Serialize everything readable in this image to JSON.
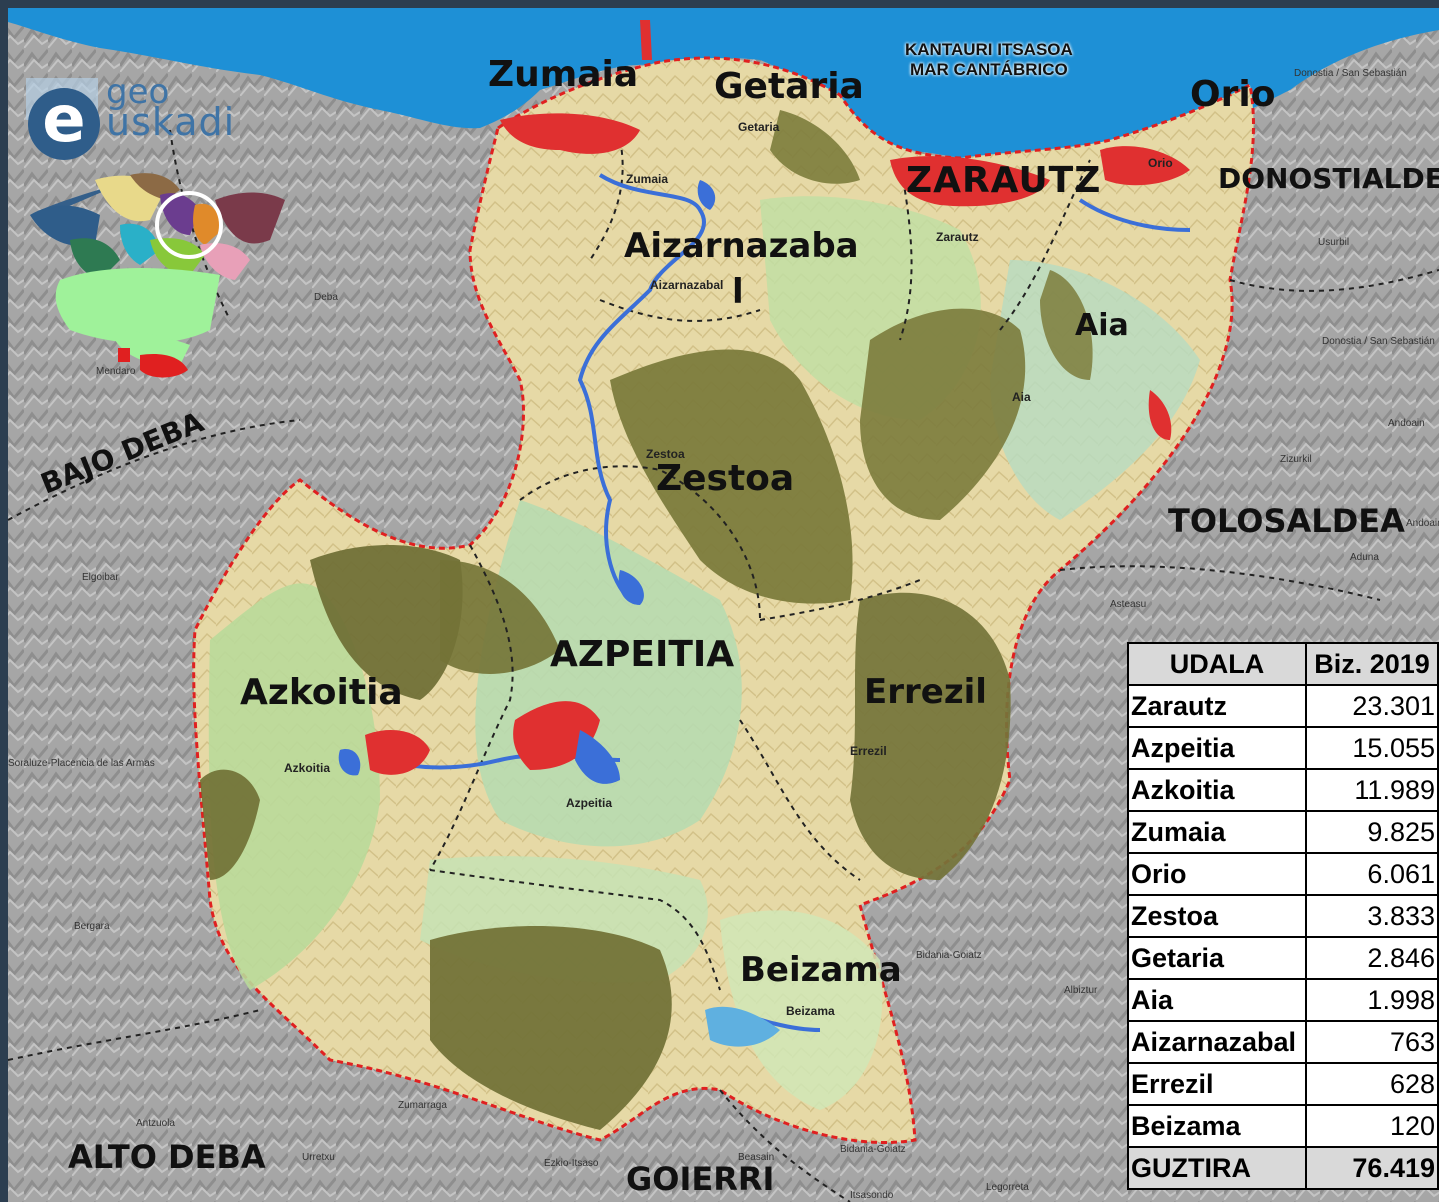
{
  "logo": {
    "line1": "geo",
    "line2": "uskadi",
    "mark": "e"
  },
  "sea": {
    "line1": "KANTAURI ITSASOA",
    "line2": "MAR CANTÁBRICO"
  },
  "municipalities": {
    "zumaia": "Zumaia",
    "getaria": "Getaria",
    "zarautz": "ZARAUTZ",
    "orio": "Orio",
    "aizarnazabal_line1": "Aizarnazaba",
    "aizarnazabal_line2": "l",
    "aia": "Aia",
    "zestoa": "Zestoa",
    "azpeitia": "AZPEITIA",
    "azkoitia": "Azkoitia",
    "errezil": "Errezil",
    "beizama": "Beizama"
  },
  "regions": {
    "donostialdea": "DONOSTIALDEA",
    "tolosaldea": "TOLOSALDEA",
    "bajo_deba": "BAJO DEBA",
    "alto_deba": "ALTO DEBA",
    "goierri": "GOIERRI"
  },
  "small_labels": {
    "getaria": "Getaria",
    "zumaia": "Zumaia",
    "orio": "Orio",
    "zarautz": "Zarautz",
    "aizarnazabal": "Aizarnazabal",
    "aia": "Aia",
    "zestoa": "Zestoa",
    "errezil": "Errezil",
    "azkoitia": "Azkoitia",
    "azpeitia": "Azpeitia",
    "beizama": "Beizama"
  },
  "tiny_labels": {
    "donostia1": "Donostia / San Sebastián",
    "donostia2": "Donostia / San Sebastián",
    "usurbil": "Usurbil",
    "andoain": "Andoain",
    "andoain2": "Andoain",
    "zizurkil": "Zizurkil",
    "aduna": "Aduna",
    "asteasu": "Asteasu",
    "deba": "Deba",
    "mendaro": "Mendaro",
    "elgoibar": "Elgoibar",
    "placencia": "Soraluze-Placencia de las Armas",
    "bergara": "Bergara",
    "antzuola": "Antzuola",
    "zumarraga": "Zumarraga",
    "urretxu": "Urretxu",
    "ezkio": "Ezkio-Itsaso",
    "beasain": "Beasain",
    "itsasondo": "Itsasondo",
    "legorreta": "Legorreta",
    "bidania1": "Bidania-Goiatz",
    "bidania2": "Bidania-Goiatz",
    "albiztur": "Albiztur"
  },
  "table": {
    "headers": [
      "UDALA",
      "Biz. 2019"
    ],
    "rows": [
      [
        "Zarautz",
        "23.301"
      ],
      [
        "Azpeitia",
        "15.055"
      ],
      [
        "Azkoitia",
        "11.989"
      ],
      [
        "Zumaia",
        "9.825"
      ],
      [
        "Orio",
        "6.061"
      ],
      [
        "Zestoa",
        "3.833"
      ],
      [
        "Getaria",
        "2.846"
      ],
      [
        "Aia",
        "1.998"
      ],
      [
        "Aizarnazabal",
        "763"
      ],
      [
        "Errezil",
        "628"
      ],
      [
        "Beizama",
        "120"
      ]
    ],
    "total": [
      "GUZTIRA",
      "76.419"
    ]
  },
  "colors": {
    "sea": "#1e90d6",
    "relief": "#a9a9a9",
    "land_light": "#e8dcaa",
    "forest": "#7a7a3a",
    "meadow": "#b9d99a",
    "urban": "#e03030",
    "river": "#3b6fd8",
    "boundary_red": "#e02020",
    "frame": "#2c3e50"
  },
  "icons": {
    "locator": "basque-country-locator-map",
    "highlight": "circle-highlight-icon"
  }
}
